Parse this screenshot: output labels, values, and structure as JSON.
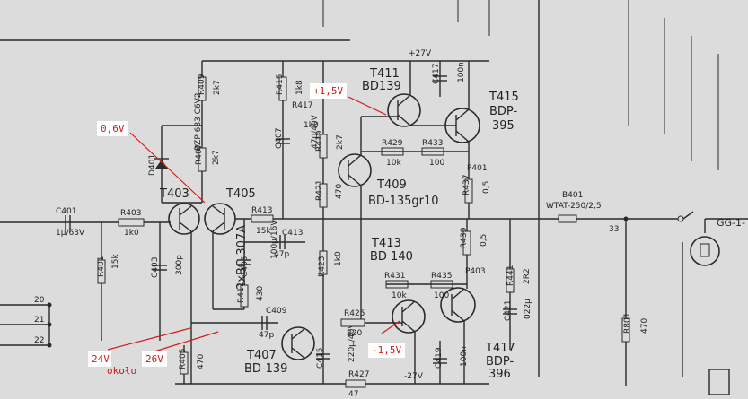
{
  "supply": {
    "pos": "+27V",
    "neg": "-27V"
  },
  "transistors": {
    "t403": "T403",
    "t405": "T405",
    "pair": "2xBC-307A",
    "t407": "T407",
    "t407_type": "BD-139",
    "t409": "T409",
    "t409_type": "BD-135gr10",
    "t411": "T411",
    "t411_type": "BD139",
    "t413": "T413",
    "t413_type": "BD 140",
    "t415": "T415",
    "t415_type1": "BDP-",
    "t415_type2": "395",
    "t417": "T417",
    "t417_type1": "BDP-",
    "t417_type2": "396"
  },
  "components": {
    "c401": "C401",
    "c401_val": "1μ/63V",
    "r403": "R403",
    "r403_val": "1k0",
    "r401": "R401",
    "r401_val": "15k",
    "c403": "C403",
    "c403_val": "300p",
    "d401": "D401",
    "d401_val": "BZP 683 C6V2",
    "r409": "R409",
    "r409_val": "2k7",
    "r407": "R407",
    "r407_val": "2k7",
    "r413": "R413",
    "r413_val": "15k",
    "c413": "C413",
    "c413_val": "47p",
    "c405": "C405",
    "c405_val": "100μ/16V",
    "r411": "R411",
    "r411_val": "430",
    "c409": "C409",
    "c409_val": "47p",
    "r405": "R405",
    "r405_val": "470",
    "r415": "R415",
    "r415_val": "1k8",
    "r417": "R417",
    "r417_val": "1k0",
    "c407": "C407",
    "c407_val": "47μ/40V",
    "r419": "R419",
    "r419_val": "2k7",
    "r421": "R421",
    "r421_val": "470",
    "r423": "R423",
    "r423_val": "1k0",
    "c415": "C415",
    "c415_val": "220μ/40V",
    "r427": "R427",
    "r427_val": "47",
    "r425": "R425",
    "r425_val": "220",
    "c417": "C417",
    "c417_val": "100n",
    "r429": "R429",
    "r429_val": "10k",
    "r433": "R433",
    "r433_val": "100",
    "r437": "R437",
    "r437_val": "0,5",
    "r439": "R439",
    "r439_val": "0,5",
    "r431": "R431",
    "r431_val": "10k",
    "r435": "R435",
    "r435_val": "100",
    "c419": "C419",
    "c419_val": "100n",
    "r441": "R441",
    "r441_val": "2R2",
    "c421": "C421",
    "c421_val": "022μ",
    "p401": "P401",
    "p403": "P403",
    "b401": "B401",
    "b401_val": "WTAT-250/2,5",
    "r801": "R801",
    "r801_val": "470",
    "node33": "33",
    "gg": "GG-1-",
    "pin20": "20",
    "pin21": "21",
    "pin22": "22"
  },
  "annotations": {
    "v06": "0,6V",
    "v15p": "+1,5V",
    "v15n": "-1,5V",
    "v24": "24V",
    "okolo": "około",
    "v26": "26V"
  }
}
